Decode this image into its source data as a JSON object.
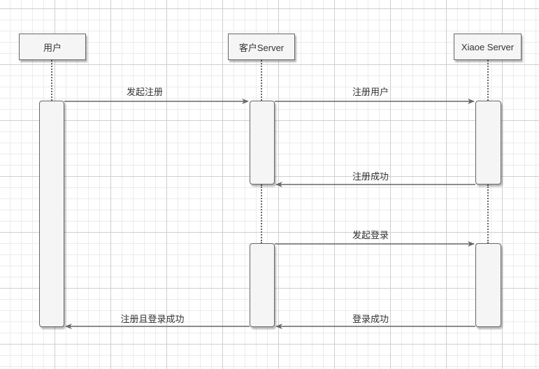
{
  "participants": {
    "user": "用户",
    "client_server": "客户Server",
    "xiaoe_server": "Xiaoe Server"
  },
  "messages": {
    "initiate_register": "发起注册",
    "register_user": "注册用户",
    "register_success": "注册成功",
    "initiate_login": "发起登录",
    "login_success": "登录成功",
    "register_and_login_success": "注册且登录成功"
  },
  "colors": {
    "box_fill": "#f5f5f5",
    "box_stroke": "#666666",
    "arrow": "#666666",
    "text": "#333333"
  }
}
